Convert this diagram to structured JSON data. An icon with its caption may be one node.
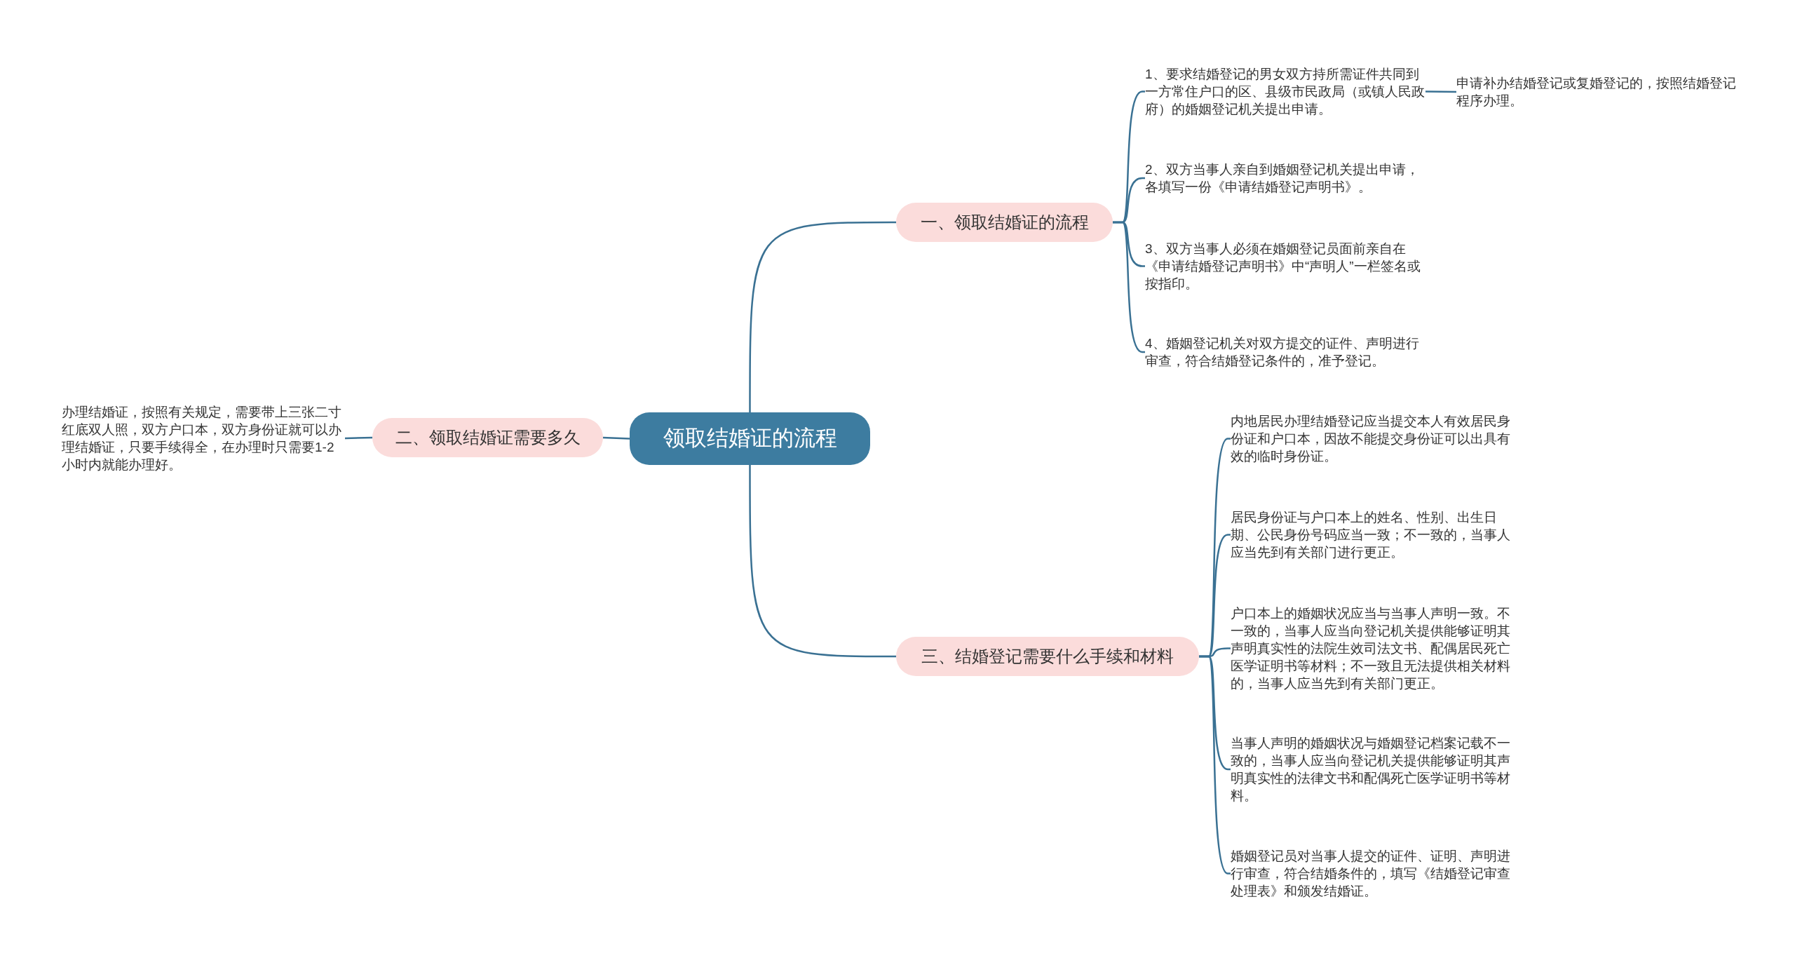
{
  "diagram": {
    "nodes": [
      {
        "text": [
          "领取结婚证的流程"
        ]
      },
      {
        "text": [
          "一、领取结婚证的流程"
        ]
      },
      {
        "text": [
          "1、要求结婚登记的男女双方持所需证件共同到一方常住户口的区、县级市民政局（或镇人民政府）的婚姻登记机关提出申请。"
        ]
      },
      {
        "text": [
          "申请补办结婚登记或复婚登记的，按照结婚登记程序办理。"
        ]
      },
      {
        "text": [
          "2、双方当事人亲自到婚姻登记机关提出申请，各填写一份《申请结婚登记声明书》。"
        ]
      },
      {
        "text": [
          "3、双方当事人必须在婚姻登记员面前亲自在《申请结婚登记声明书》中“声明人”一栏签名或按指印。"
        ]
      },
      {
        "text": [
          "4、婚姻登记机关对双方提交的证件、声明进行审查，符合结婚登记条件的，准予登记。"
        ]
      },
      {
        "text": [
          "二、领取结婚证需要多久"
        ]
      },
      {
        "text": [
          "办理结婚证，按照有关规定，需要带上三张二寸红底双人照，双方户口本，双方身份证就可以办理结婚证，只要手续得全，在办理时只需要1-2小时内就能办理好。"
        ]
      },
      {
        "text": [
          "三、结婚登记需要什么手续和材料"
        ]
      },
      {
        "text": [
          "内地居民办理结婚登记应当提交本人有效居民身份证和户口本，因故不能提交身份证可以出具有效的临时身份证。"
        ]
      },
      {
        "text": [
          "居民身份证与户口本上的姓名、性别、出生日期、公民身份号码应当一致；不一致的，当事人应当先到有关部门进行更正。"
        ]
      },
      {
        "text": [
          "户口本上的婚姻状况应当与当事人声明一致。不一致的，当事人应当向登记机关提供能够证明其声明真实性的法院生效司法文书、配偶居民死亡医学证明书等材料；不一致且无法提供相关材料的，当事人应当先到有关部门更正。"
        ]
      },
      {
        "text": [
          "当事人声明的婚姻状况与婚姻登记档案记载不一致的，当事人应当向登记机关提供能够证明其声明真实性的法律文书和配偶死亡医学证明书等材料。"
        ]
      },
      {
        "text": [
          "婚姻登记员对当事人提交的证件、证明、声明进行审查，符合结婚条件的，填写《结婚登记审查处理表》和颁发结婚证。"
        ]
      }
    ],
    "edges": [
      {
        "from": 0,
        "to": 1,
        "arrow": "none"
      },
      {
        "from": 1,
        "to": 2,
        "arrow": "none"
      },
      {
        "from": 2,
        "to": 3,
        "arrow": "none"
      },
      {
        "from": 1,
        "to": 4,
        "arrow": "none"
      },
      {
        "from": 1,
        "to": 5,
        "arrow": "none"
      },
      {
        "from": 1,
        "to": 6,
        "arrow": "none"
      },
      {
        "from": 0,
        "to": 7,
        "arrow": "none"
      },
      {
        "from": 7,
        "to": 8,
        "arrow": "none"
      },
      {
        "from": 0,
        "to": 9,
        "arrow": "none"
      },
      {
        "from": 9,
        "to": 10,
        "arrow": "none"
      },
      {
        "from": 9,
        "to": 11,
        "arrow": "none"
      },
      {
        "from": 9,
        "to": 12,
        "arrow": "none"
      },
      {
        "from": 9,
        "to": 13,
        "arrow": "none"
      },
      {
        "from": 9,
        "to": 14,
        "arrow": "none"
      }
    ]
  }
}
